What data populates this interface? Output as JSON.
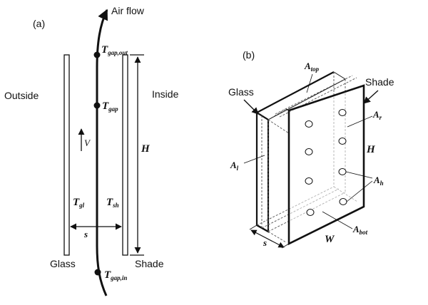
{
  "panel_a": {
    "label": "(a)",
    "air_flow": "Air flow",
    "outside": "Outside",
    "inside": "Inside",
    "glass": "Glass",
    "shade": "Shade",
    "v": "V",
    "h": "H",
    "s": "s",
    "t_gap_out": {
      "main": "T",
      "sub": "gap,out"
    },
    "t_gap": {
      "main": "T",
      "sub": "gap"
    },
    "t_gap_in": {
      "main": "T",
      "sub": "gap,in"
    },
    "t_gl": {
      "main": "T",
      "sub": "gl"
    },
    "t_sh": {
      "main": "T",
      "sub": "sh"
    }
  },
  "panel_b": {
    "label": "(b)",
    "glass": "Glass",
    "shade": "Shade",
    "a_top": {
      "main": "A",
      "sub": "top"
    },
    "a_r": {
      "main": "A",
      "sub": "r"
    },
    "a_l": {
      "main": "A",
      "sub": "l"
    },
    "a_h": {
      "main": "A",
      "sub": "h"
    },
    "a_bot": {
      "main": "A",
      "sub": "bot"
    },
    "h": "H",
    "w": "W",
    "s": "s"
  }
}
